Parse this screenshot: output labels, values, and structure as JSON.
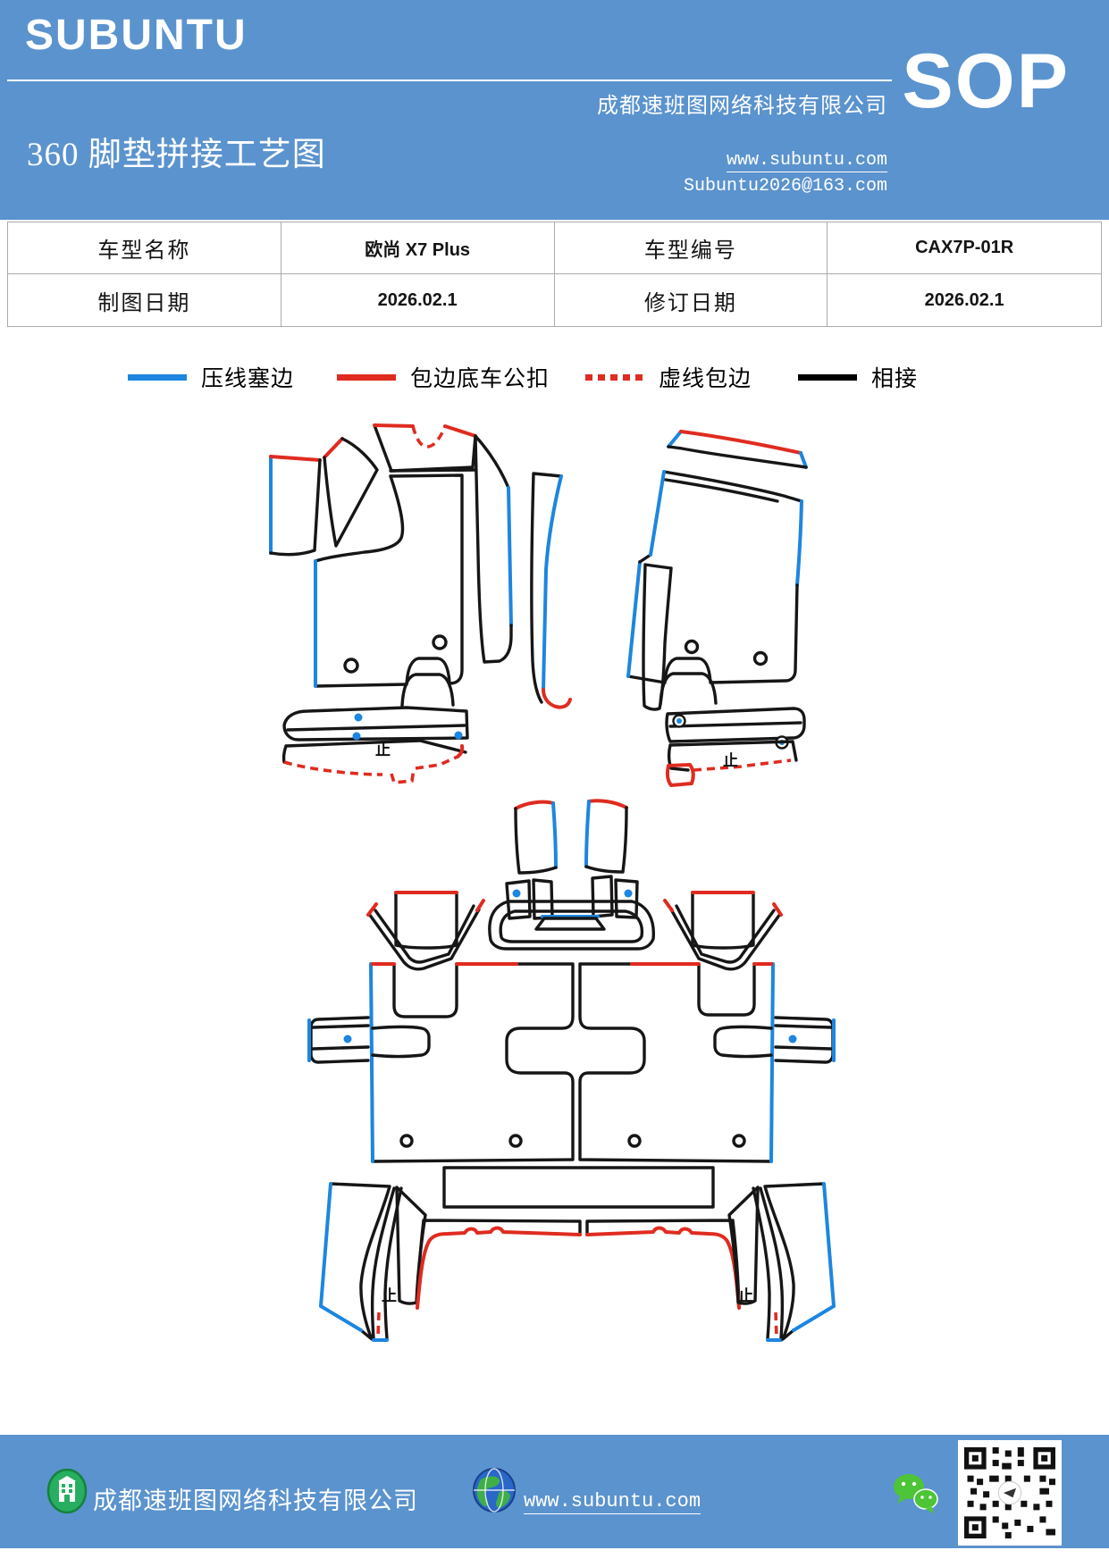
{
  "colors": {
    "header_bg": "#5b93ce",
    "line_blue": "#1d86e0",
    "line_red": "#e02b20",
    "line_black": "#161616",
    "table_border": "#ababab",
    "icon_green": "#27ae60",
    "wechat_green": "#4ec437"
  },
  "header": {
    "logo": "SUBUNTU",
    "company": "成都速班图网络科技有限公司",
    "doc_type": "SOP",
    "title": "360 脚垫拼接工艺图",
    "website": "www.subuntu.com",
    "email": "Subuntu2026@163.com"
  },
  "info_table": {
    "rows": [
      [
        "车型名称",
        "欧尚 X7 Plus",
        "车型编号",
        "CAX7P-01R"
      ],
      [
        "制图日期",
        "2026.02.1",
        "修订日期",
        "2026.02.1"
      ]
    ]
  },
  "legend": {
    "items": [
      {
        "label": "压线塞边",
        "color": "#1d86e0",
        "style": "solid"
      },
      {
        "label": "包边底车公扣",
        "color": "#e02b20",
        "style": "solid"
      },
      {
        "label": "虚线包边",
        "color": "#e02b20",
        "style": "dotted"
      },
      {
        "label": "相接",
        "color": "#000000",
        "style": "solid"
      }
    ]
  },
  "diagram": {
    "stop_marks": [
      "止",
      "止",
      "止",
      "止"
    ]
  },
  "footer": {
    "company": "成都速班图网络科技有限公司",
    "website": "www.subuntu.com"
  }
}
